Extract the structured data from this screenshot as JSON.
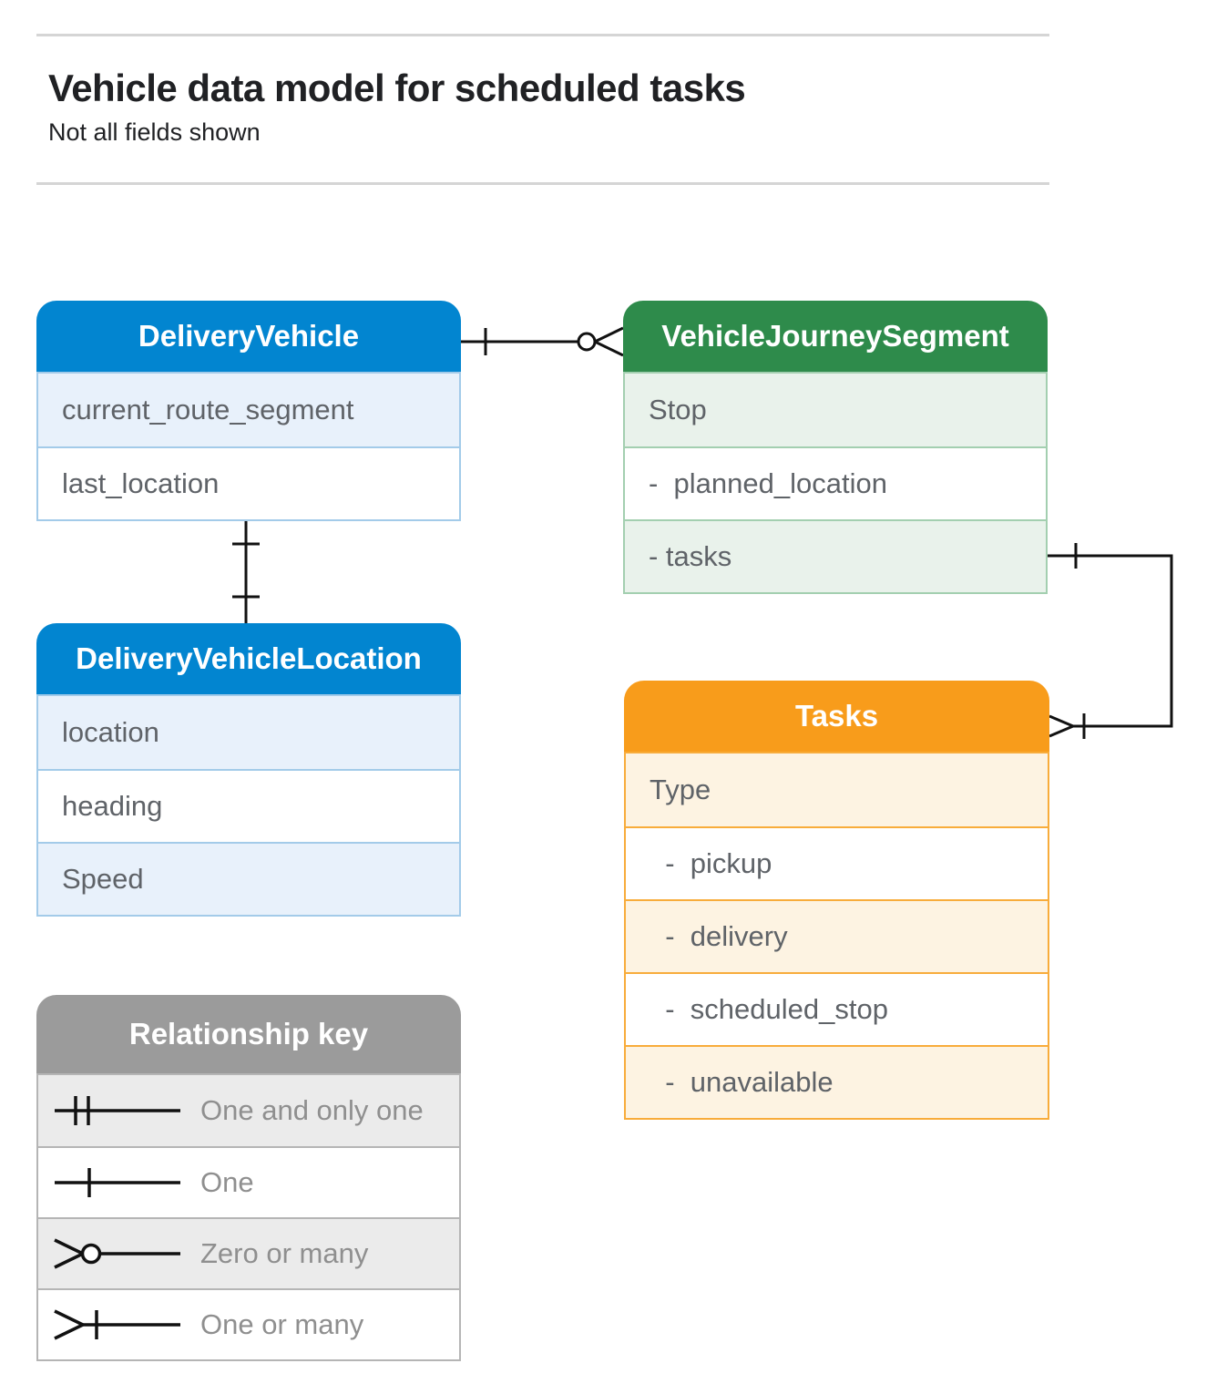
{
  "page": {
    "title": "Vehicle data model for scheduled tasks",
    "subtitle": "Not all fields shown"
  },
  "entities": [
    {
      "id": "delivery-vehicle",
      "name": "DeliveryVehicle",
      "theme": "blue",
      "fields": [
        "current_route_segment",
        "last_location"
      ]
    },
    {
      "id": "vehicle-journey-segment",
      "name": "VehicleJourneySegment",
      "theme": "green",
      "fields": [
        "Stop",
        "-  planned_location",
        "- tasks"
      ]
    },
    {
      "id": "delivery-vehicle-location",
      "name": "DeliveryVehicleLocation",
      "theme": "blue",
      "fields": [
        "location",
        "heading",
        "Speed"
      ]
    },
    {
      "id": "tasks",
      "name": "Tasks",
      "theme": "orange",
      "fields": [
        "Type",
        "  -  pickup",
        "  -  delivery",
        "  -  scheduled_stop",
        "  -  unavailable"
      ]
    }
  ],
  "legend": {
    "title": "Relationship key",
    "items": [
      {
        "symbol": "one-and-only-one-icon",
        "label": "One and only one"
      },
      {
        "symbol": "one-icon",
        "label": "One"
      },
      {
        "symbol": "zero-or-many-icon",
        "label": "Zero or many"
      },
      {
        "symbol": "one-or-many-icon",
        "label": "One or many"
      }
    ]
  },
  "relationships": [
    {
      "from": "DeliveryVehicle",
      "from_cardinality": "one",
      "to": "VehicleJourneySegment",
      "to_cardinality": "zero-or-many"
    },
    {
      "from": "DeliveryVehicle",
      "from_cardinality": "one",
      "to": "DeliveryVehicleLocation",
      "to_cardinality": "one"
    },
    {
      "from": "VehicleJourneySegment.tasks",
      "from_cardinality": "one",
      "to": "Tasks",
      "to_cardinality": "one-or-many"
    }
  ],
  "colors": {
    "blue": "#0285D0",
    "blue_light": "#E8F1FB",
    "blue_border": "#A3CBE9",
    "green": "#2E8B4B",
    "green_light": "#E9F2EB",
    "green_border": "#A3CFB0",
    "orange": "#F89C1B",
    "orange_light": "#FDF3E2",
    "orange_border": "#F8AC3B",
    "gray": "#9B9B9B",
    "gray_light": "#EBEBEB",
    "gray_border": "#B5B5B5",
    "line": "#111111",
    "field_text": "#5F6368",
    "legend_text": "#8F8F8F",
    "title_text": "#202124",
    "rule": "#D5D5D5"
  }
}
